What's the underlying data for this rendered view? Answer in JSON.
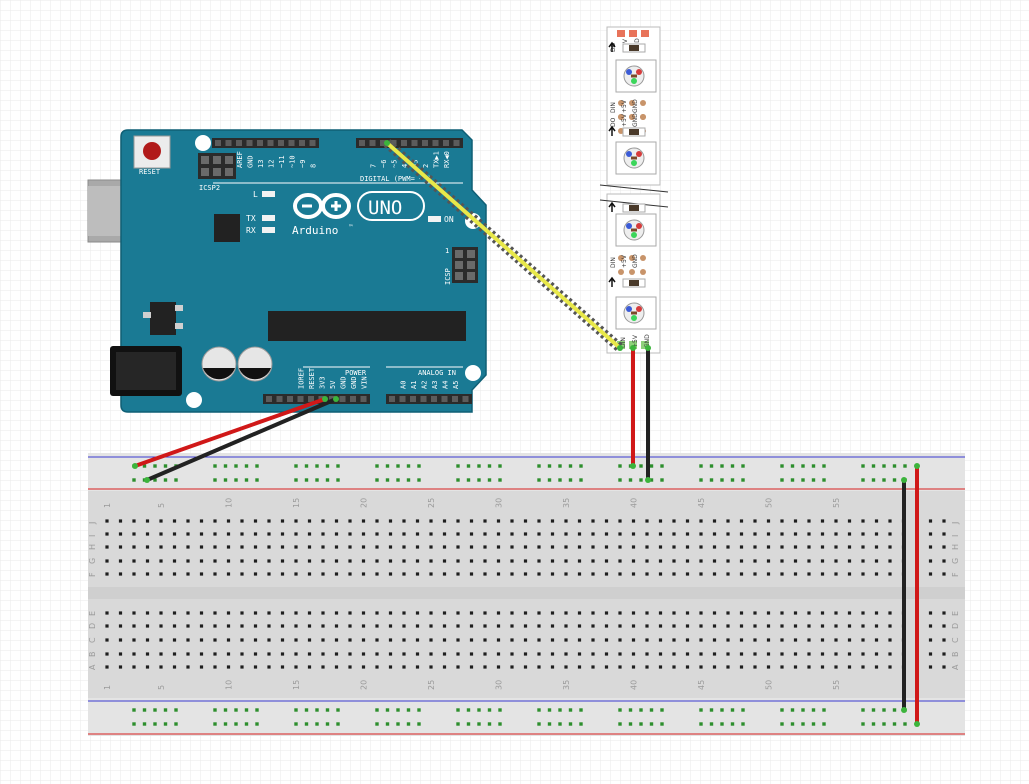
{
  "arduino": {
    "reset": "RESET",
    "icsp2": "ICSP2",
    "icsp": "ICSP",
    "icsp_pin1": "1",
    "led_l": "L",
    "led_tx": "TX",
    "led_rx": "RX",
    "led_on": "ON",
    "logo_text": "Arduino",
    "tm": "™",
    "model": "UNO",
    "digital": "DIGITAL (PWM= ~ )",
    "power": "POWER",
    "analog_in": "ANALOG IN",
    "header_top_left": [
      "AREF",
      "GND",
      "13",
      "12",
      "~11",
      "~10",
      "~9",
      "8"
    ],
    "header_top_right": [
      "7",
      "~6",
      "~5",
      "4",
      "~3",
      "2",
      "TX▶1",
      "RX◀0"
    ],
    "header_power": [
      "IOREF",
      "RESET",
      "3V3",
      "5V",
      "GND",
      "GND",
      "VIN"
    ],
    "header_analog": [
      "A0",
      "A1",
      "A2",
      "A3",
      "A4",
      "A5"
    ]
  },
  "strip": {
    "top_pads": [
      "DO",
      "+5V",
      "GND"
    ],
    "pad_labels_a": [
      "DIN",
      "+5V",
      "GND"
    ],
    "pad_labels_b": [
      "DO",
      "+5V",
      "GND"
    ],
    "bottom_pads": [
      "DIN",
      "+5V",
      "GND"
    ]
  },
  "breadboard": {
    "column_numbers": [
      "1",
      "5",
      "10",
      "15",
      "20",
      "25",
      "30",
      "35",
      "40",
      "45",
      "50",
      "55"
    ],
    "rows_top": [
      "J",
      "I",
      "H",
      "G",
      "F"
    ],
    "rows_bottom": [
      "E",
      "D",
      "C",
      "B",
      "A"
    ]
  },
  "wires": [
    {
      "name": "data",
      "color": "#e8e84a",
      "from": "Arduino pin 5",
      "to": "LED strip DIN"
    },
    {
      "name": "power-5v",
      "color": "#d01818",
      "from": "Arduino 5V",
      "to": "breadboard power rail"
    },
    {
      "name": "ground",
      "color": "#222222",
      "from": "Arduino GND",
      "to": "breadboard ground rail"
    },
    {
      "name": "strip-power",
      "color": "#d01818",
      "from": "LED strip +5V",
      "to": "breadboard power rail"
    },
    {
      "name": "strip-ground",
      "color": "#222222",
      "from": "LED strip GND",
      "to": "breadboard ground rail"
    }
  ],
  "colors": {
    "board": "#1a7a94",
    "board_edge": "#0f5f75",
    "breadboard": "#d9d9d9",
    "rail_red": "#d92020",
    "rail_blue": "#3a3ad0",
    "hole_green": "#2d8f2d",
    "grid": "#eaeaea"
  }
}
